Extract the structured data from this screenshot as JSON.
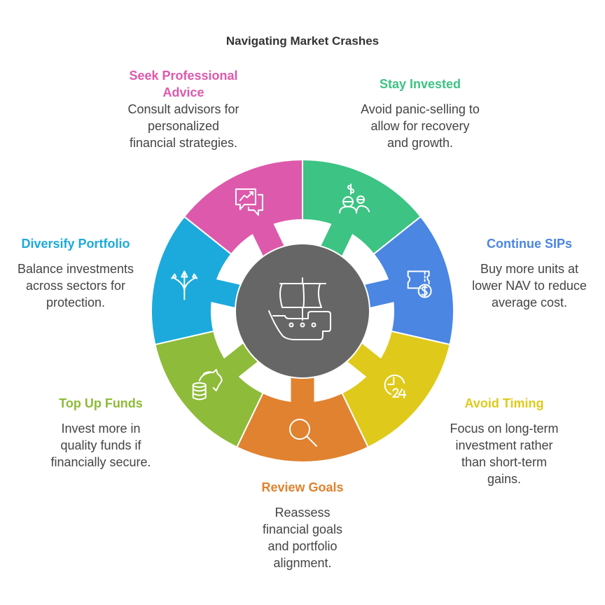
{
  "title": "Navigating Market Crashes",
  "center_icon": "ship-icon",
  "center_color": "#666666",
  "segments": [
    {
      "title": "Stay Invested",
      "description": "Avoid panic-selling to allow for recovery and growth.",
      "color": "#3DC383",
      "icon": "investors-dollar-icon"
    },
    {
      "title": "Continue SIPs",
      "description": "Buy more units at lower NAV to reduce average cost.",
      "color": "#4A86E2",
      "icon": "ticket-dollar-icon"
    },
    {
      "title": "Avoid Timing",
      "description": "Focus on long-term investment rather than short-term gains.",
      "color": "#DFCA1B",
      "icon": "clock-24-icon"
    },
    {
      "title": "Review Goals",
      "description": "Reassess financial goals and portfolio alignment.",
      "color": "#E0822F",
      "icon": "magnifier-icon"
    },
    {
      "title": "Top Up Funds",
      "description": "Invest more in quality funds if financially secure.",
      "color": "#8EBB39",
      "icon": "piggy-bank-coins-icon"
    },
    {
      "title": "Diversify Portfolio",
      "description": "Balance investments across sectors for protection.",
      "color": "#1CAADC",
      "icon": "split-arrows-icon"
    },
    {
      "title": "Seek Professional Advice",
      "description": "Consult advisors for personalized financial strategies.",
      "color": "#DD59AC",
      "icon": "chat-chart-icon"
    }
  ]
}
